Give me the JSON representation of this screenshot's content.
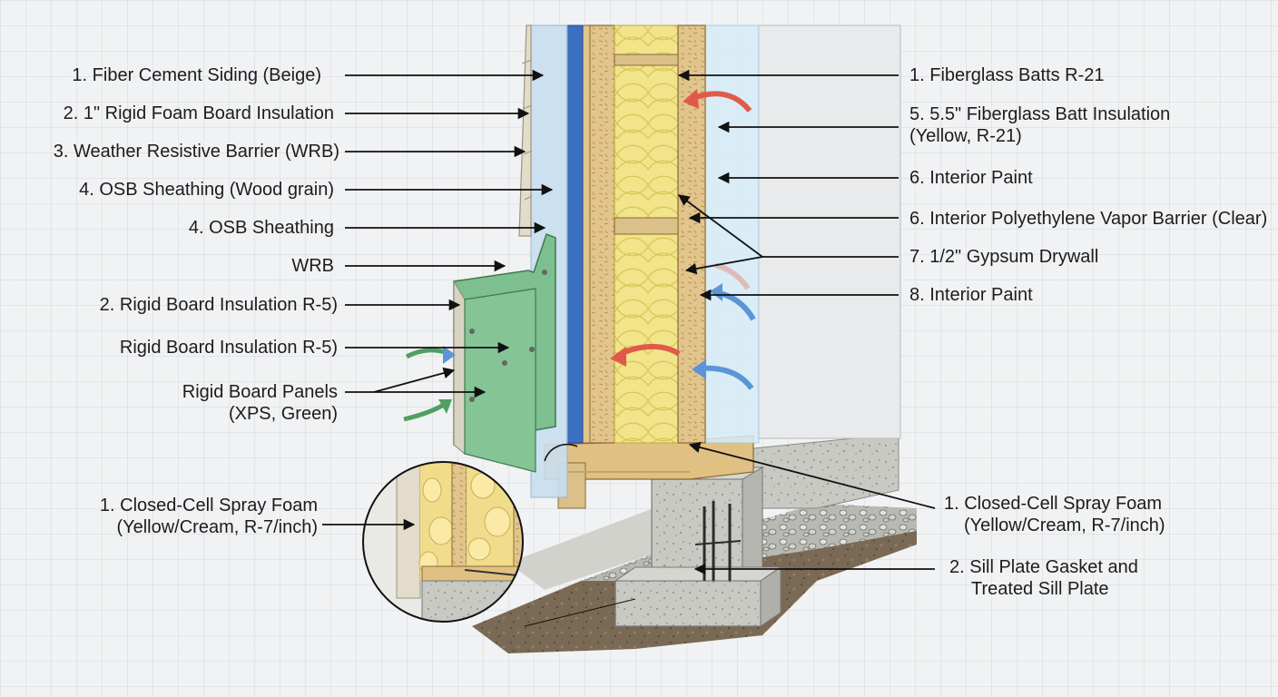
{
  "left_labels": [
    {
      "text": "1. Fiber Cement Siding (Beige)"
    },
    {
      "text": "2. 1\" Rigid Foam Board Insulation"
    },
    {
      "text": "3. Weather Resistive Barrier (WRB)"
    },
    {
      "text": "4. OSB Sheathing (Wood grain)"
    },
    {
      "text": "4. OSB Sheathing"
    },
    {
      "text": "WRB"
    },
    {
      "text": "2. Rigid Board Insulation R-5)"
    },
    {
      "text": "Rigid Board Insulation  R-5)"
    },
    {
      "line1": "Rigid Board Panels",
      "line2": "(XPS, Green)"
    },
    {
      "line1": "1. Closed-Cell Spray Foam",
      "line2": "(Yellow/Cream, R-7/inch)"
    }
  ],
  "right_labels": [
    {
      "text": "1. Fiberglass Batts R-21"
    },
    {
      "line1": "5. 5.5\" Fiberglass Batt Insulation",
      "line2": "(Yellow, R-21)"
    },
    {
      "text": "6. Interior Paint"
    },
    {
      "text": "6. Interior Polyethylene Vapor Barrier (Clear)"
    },
    {
      "text": "7. 1/2\" Gypsum Drywall"
    },
    {
      "text": "8. Interior Paint"
    },
    {
      "line1": "1. Closed-Cell Spray Foam",
      "line2": "(Yellow/Cream, R-7/inch)"
    },
    {
      "line1": "2. Sill Plate Gasket and",
      "line2": "Treated Sill Plate"
    }
  ],
  "colors": {
    "siding": "#e3dccb",
    "wrb": "#c9dff0",
    "osb": "#e2c58c",
    "stud": "#dcc089",
    "fiberglass": "#f1e48a",
    "rigid_board": "#7dbf8e",
    "drywall": "#e8eaeb",
    "vapor_barrier": "#d7ecf7",
    "blue_strip": "#3b6fc1",
    "concrete": "#c7c7c2",
    "soil": "#7a6a55",
    "spray_foam": "#f0dc8a",
    "heat_arrow": "#e05a4b",
    "cool_arrow": "#5b95d6",
    "green_arrow": "#4fa061",
    "leader": "#111111"
  }
}
